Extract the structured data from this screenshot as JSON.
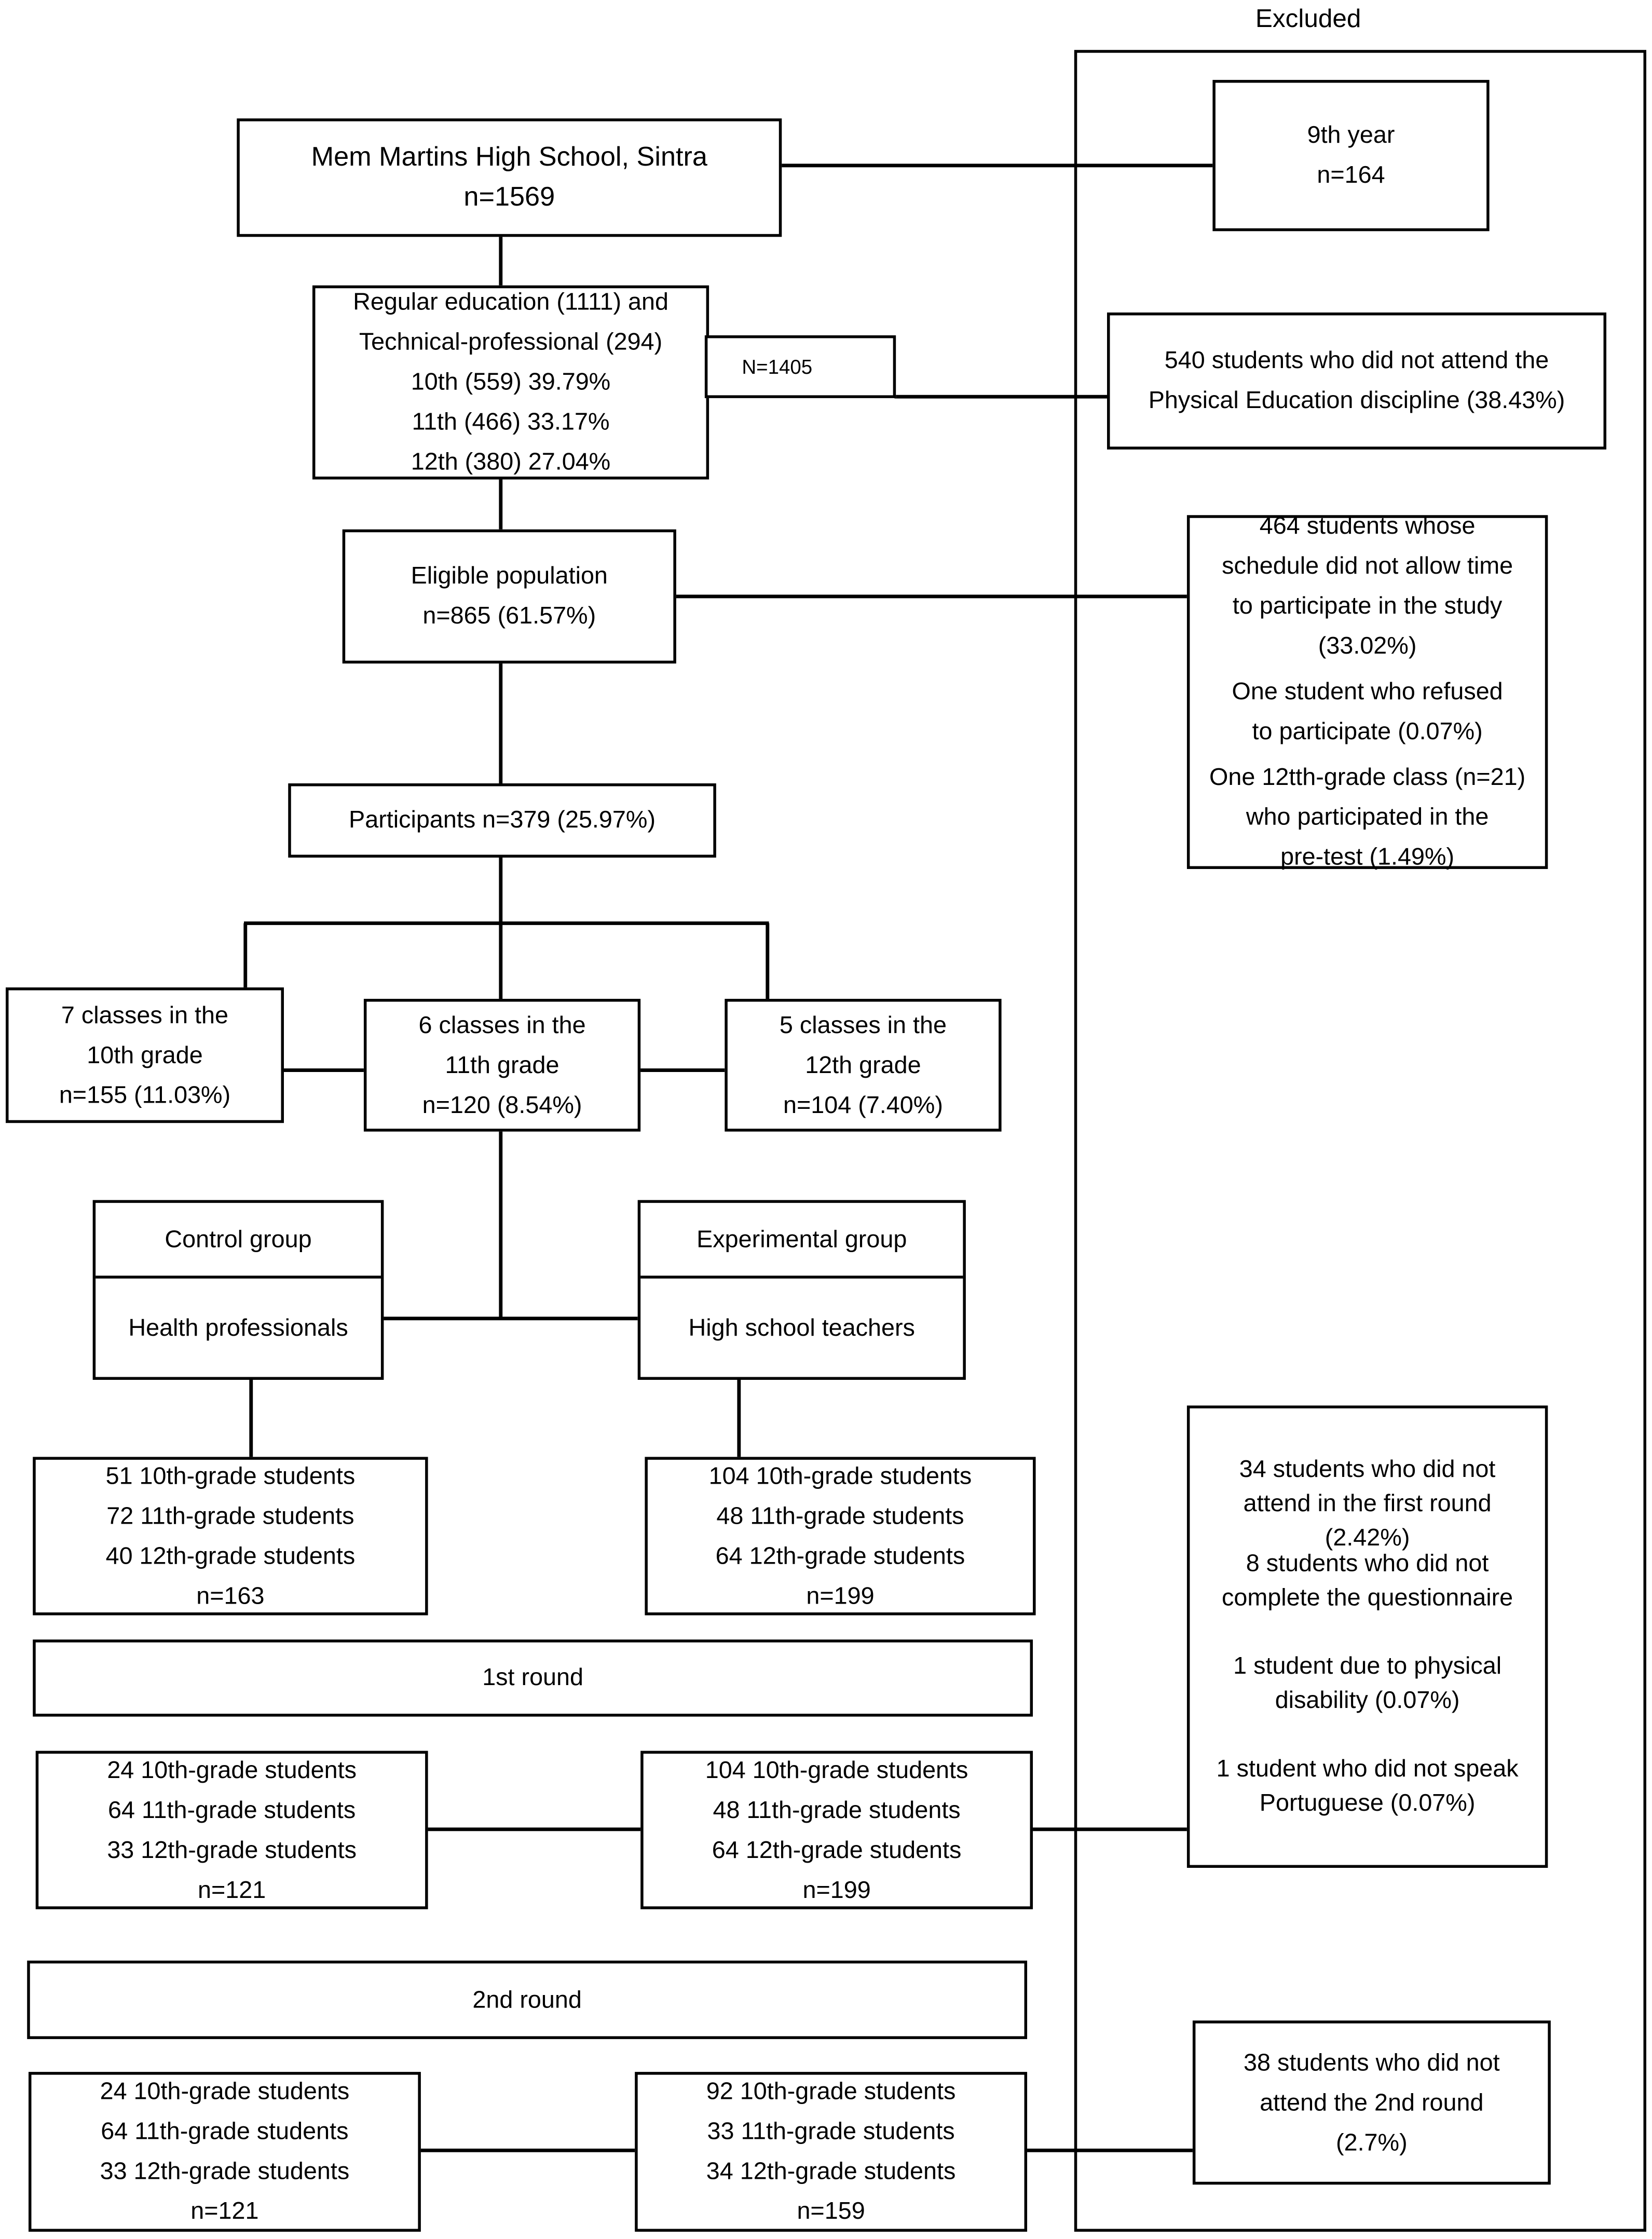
{
  "excluded_label": "Excluded",
  "boxes": {
    "school": [
      [
        "Mem Martins High School, Sintra",
        "n=1569"
      ]
    ],
    "ninth": [
      [
        "9th year",
        "n=164"
      ]
    ],
    "regular": [
      [
        "Regular education (1111) and",
        "Technical-professional (294)",
        "10th (559) 39.79%",
        "11th (466) 33.17%",
        "12th (380) 27.04%"
      ]
    ],
    "n1405": [
      [
        "N=1405"
      ]
    ],
    "pe": [
      [
        "540 students who did not attend the",
        "Physical Education discipline (38.43%)"
      ]
    ],
    "eligible": [
      [
        "Eligible population",
        "n=865 (61.57%)"
      ]
    ],
    "excl_eligible": [
      [
        "464 students whose",
        "schedule did not allow time",
        "to participate in the study",
        "(33.02%)"
      ],
      [
        "One student who refused",
        "to participate (0.07%)"
      ],
      [
        "One 12tth-grade class (n=21)",
        "who participated in the",
        "pre-test (1.49%)"
      ]
    ],
    "participants": [
      [
        "Participants n=379 (25.97%)"
      ]
    ],
    "c10": [
      [
        "7 classes in the",
        "10th grade",
        "n=155 (11.03%)"
      ]
    ],
    "c11": [
      [
        "6 classes in the",
        "11th grade",
        "n=120 (8.54%)"
      ]
    ],
    "c12": [
      [
        "5 classes in the",
        "12th grade",
        "n=104 (7.40%)"
      ]
    ],
    "ctrl_base": [
      [
        "51 10th-grade students",
        "72 11th-grade students",
        "40 12th-grade students",
        "n=163"
      ]
    ],
    "exp_base": [
      [
        "104 10th-grade students",
        "48 11th-grade students",
        "64 12th-grade students",
        "n=199"
      ]
    ],
    "round1": [
      [
        "1st round"
      ]
    ],
    "excl_round1": [
      [
        "34 students who did not",
        "attend in the first round",
        "(2.42%)"
      ],
      [
        "8 students who did not",
        "complete the questionnaire"
      ],
      [
        "1 student due to physical",
        "disability (0.07%)"
      ],
      [
        "1 student who did not speak",
        "Portuguese (0.07%)"
      ]
    ],
    "ctrl_r1": [
      [
        "24 10th-grade students",
        "64 11th-grade students",
        "33 12th-grade students",
        "n=121"
      ]
    ],
    "exp_r1": [
      [
        "104 10th-grade students",
        "48 11th-grade students",
        "64 12th-grade students",
        "n=199"
      ]
    ],
    "round2": [
      [
        "2nd round"
      ]
    ],
    "ctrl_r2": [
      [
        "24 10th-grade students",
        "64 11th-grade students",
        "33 12th-grade students",
        "n=121"
      ]
    ],
    "exp_r2": [
      [
        "92 10th-grade students",
        "33 11th-grade students",
        "34 12th-grade students",
        "n=159"
      ]
    ],
    "excl_round2": [
      [
        "38 students who did not",
        "attend the 2nd round",
        "(2.7%)"
      ]
    ]
  },
  "groups": {
    "control": {
      "label": "Control group",
      "sub": "Health professionals"
    },
    "experimental": {
      "label": "Experimental group",
      "sub": "High school teachers"
    }
  }
}
